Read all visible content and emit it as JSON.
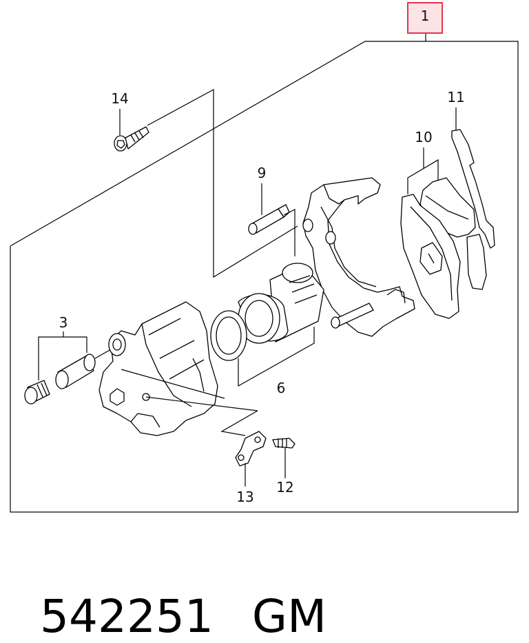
{
  "diagram": {
    "callouts": {
      "c1": "1",
      "c3": "3",
      "c6": "6",
      "c9": "9",
      "c10": "10",
      "c11": "11",
      "c12": "12",
      "c13": "13",
      "c14": "14"
    },
    "highlight_color": "#e8334a"
  },
  "footer": {
    "part_number": "542251",
    "brand": "GM"
  }
}
